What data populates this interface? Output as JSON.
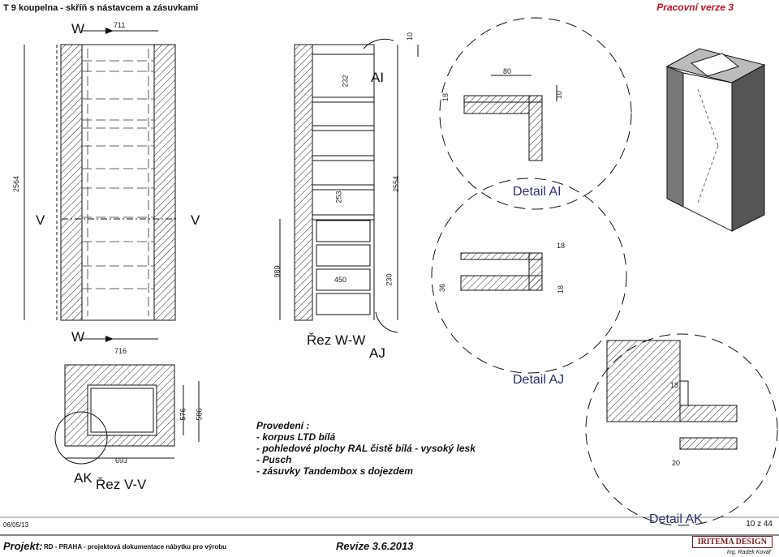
{
  "sheet": {
    "title": "T 9 koupelna - skříň s nástavcem a zásuvkami",
    "version": "Pracovní  verze  3",
    "date": "06/05/13",
    "page": "10 z 44",
    "project_label": "Projekt:",
    "project_name": "RD - PRAHA - projektová dokumentace nábytku pro výrobu",
    "revision": "Revize  3.6.2013",
    "logo": "IRITEMA DESIGN",
    "author": "Ing. Radek Kovář"
  },
  "labels": {
    "w_top": "W",
    "w_bottom": "W",
    "v_left": "V",
    "v_right": "V",
    "ai": "AI",
    "aj": "AJ",
    "ak": "AK",
    "section_ww": "Řez W-W",
    "section_vv": "Řez V-V",
    "detail_ai": "Detail AI",
    "detail_aj": "Detail AJ",
    "detail_ak": "Detail AK"
  },
  "dimensions": {
    "d711": "711",
    "d716": "716",
    "d2564": "2564",
    "d232": "232",
    "d10a": "10",
    "d253": "253",
    "d2554": "2554",
    "d989": "989",
    "d450": "450",
    "d230": "230",
    "d80": "80",
    "d18a": "18",
    "d10b": "10",
    "d18b": "18",
    "d36": "36",
    "d18c": "18",
    "d576": "576",
    "d586": "586",
    "d693": "693",
    "d18d": "18",
    "d20": "20"
  },
  "notes": {
    "heading": "Provedení :",
    "lines": [
      "- korpus LTD bílá",
      "- pohledové plochy RAL čistě bílá - vysoký lesk",
      "- Pusch",
      "- zásuvky Tandembox s dojezdem"
    ]
  }
}
